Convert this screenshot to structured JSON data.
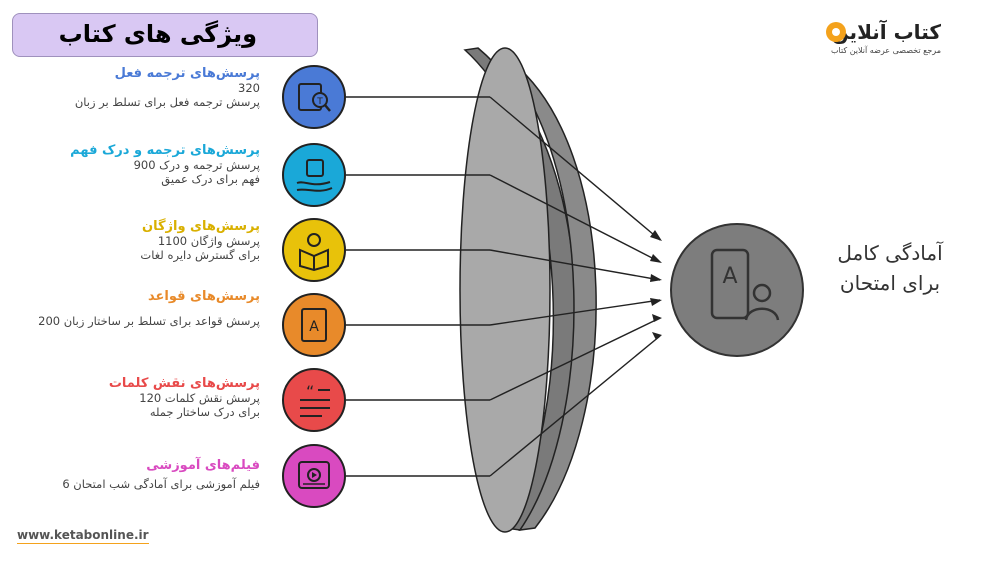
{
  "header": {
    "title": "ویژگی های کتاب",
    "brand_name": "کتاب آنلاین",
    "brand_tagline": "مرجع تخصصی عرضه آنلاین کتاب"
  },
  "footer": {
    "site": "www.ketabonline.ir"
  },
  "items": [
    {
      "title": "پرسش‌های ترجمه فعل",
      "desc": "320\nپرسش ترجمه فعل برای تسلط بر زبان",
      "color": "#4a7ad6",
      "icon": "book-translate-icon"
    },
    {
      "title": "پرسش‌های ترجمه و درک فهم",
      "desc": "پرسش ترجمه و درک 900\nفهم برای درک عمیق",
      "color": "#1aa8d8",
      "icon": "puzzle-hand-icon"
    },
    {
      "title": "پرسش‌های واژگان",
      "desc": "پرسش واژگان 1100\nبرای گسترش دایره لغات",
      "color": "#e8c20a",
      "icon": "vocabulary-book-icon"
    },
    {
      "title": "پرسش‌های قواعد",
      "desc": "پرسش قواعد برای تسلط بر ساختار زبان 200",
      "color": "#e88a2a",
      "icon": "grammar-book-icon"
    },
    {
      "title": "پرسش‌های نقش کلمات",
      "desc": "پرسش نقش کلمات 120\nبرای درک ساختار جمله",
      "color": "#e84a4a",
      "icon": "quote-text-icon"
    },
    {
      "title": "فیلم‌های آموزشی",
      "desc": "فیلم آموزشی برای آمادگی شب امتحان 6",
      "color": "#d94ac0",
      "icon": "video-player-icon"
    }
  ],
  "result": {
    "label": "آمادگی کامل\nبرای امتحان",
    "icon": "exam-ready-icon"
  }
}
